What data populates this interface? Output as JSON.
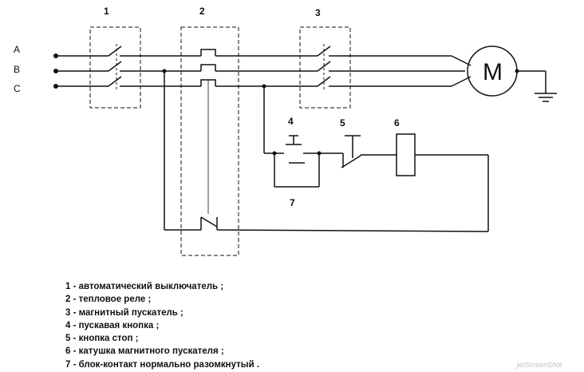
{
  "phases": [
    "A",
    "B",
    "C"
  ],
  "block_numbers": [
    "1",
    "2",
    "3"
  ],
  "component_numbers": [
    "4",
    "5",
    "6",
    "7"
  ],
  "motor_symbol": "M",
  "legend": [
    "1 - автоматический выключатель ;",
    "2 - тепловое реле ;",
    "3 - магнитный пускатель ;",
    "4 - пускавая кнопка ;",
    "5 - кнопка стоп ;",
    "6 - катушка магнитного пускателя ;",
    "7 - блок-контакт нормально разомкнутый ."
  ],
  "watermark": "jetScreenShot",
  "colors": {
    "line": "#111111",
    "background": "#ffffff"
  }
}
